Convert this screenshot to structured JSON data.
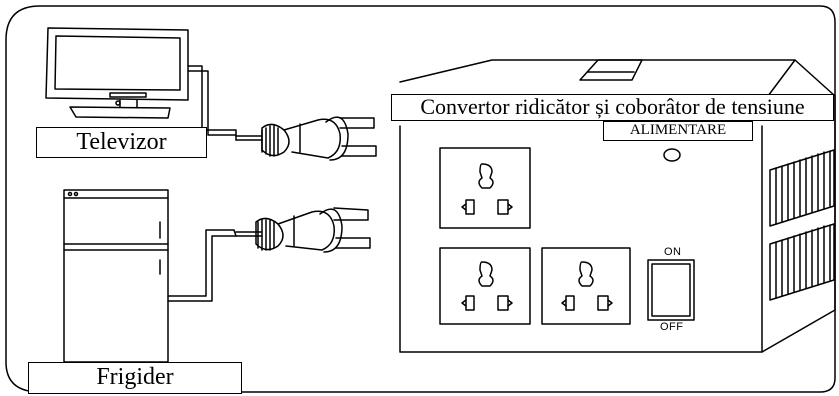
{
  "labels": {
    "tv": "Televizor",
    "fridge": "Frigider",
    "converter_title": "Convertor ridicător și coborâtor de tensiune",
    "power": "ALIMENTARE",
    "switch_on": "ON",
    "switch_off": "OFF"
  },
  "icons": [
    "television-icon",
    "refrigerator-icon",
    "power-plug-icon",
    "voltage-converter-icon",
    "universal-socket-icon",
    "power-switch-icon"
  ]
}
